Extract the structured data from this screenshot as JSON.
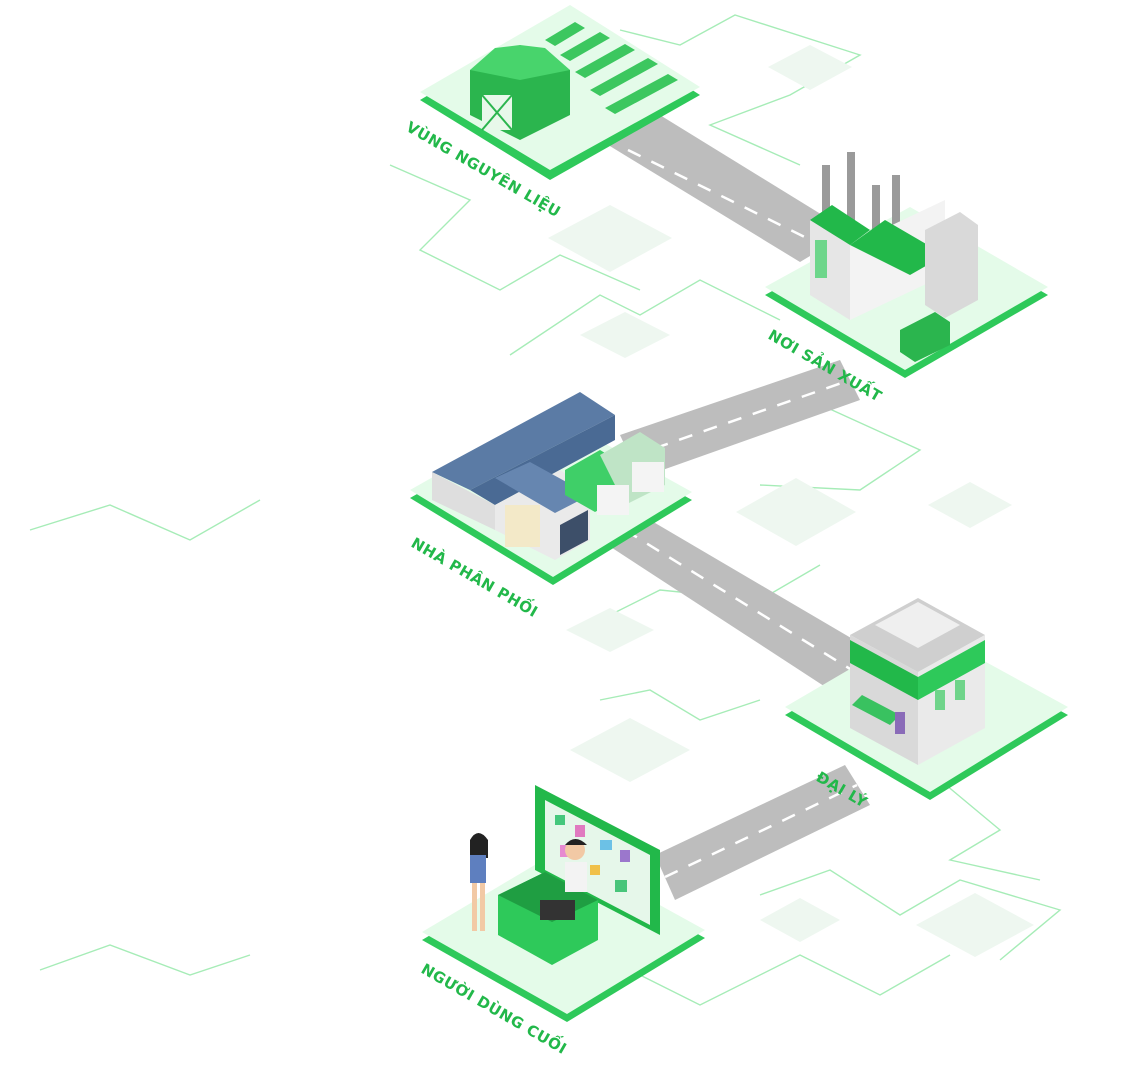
{
  "diagram": {
    "stages": [
      {
        "id": "raw-material",
        "label": "VÙNG NGUYÊN LIỆU"
      },
      {
        "id": "production",
        "label": "NƠI SẢN XUẤT"
      },
      {
        "id": "distributor",
        "label": "NHÀ PHÂN PHỐI"
      },
      {
        "id": "agent",
        "label": "ĐẠI LÝ"
      },
      {
        "id": "end-user",
        "label": "NGƯỜI DÙNG CUỐI"
      }
    ]
  },
  "colors": {
    "accent": "#22b84a",
    "platform_top": "#e4fbe9",
    "platform_side": "#2ec95a",
    "road": "#bcbcbc",
    "network_line": "#8fe6a5"
  }
}
